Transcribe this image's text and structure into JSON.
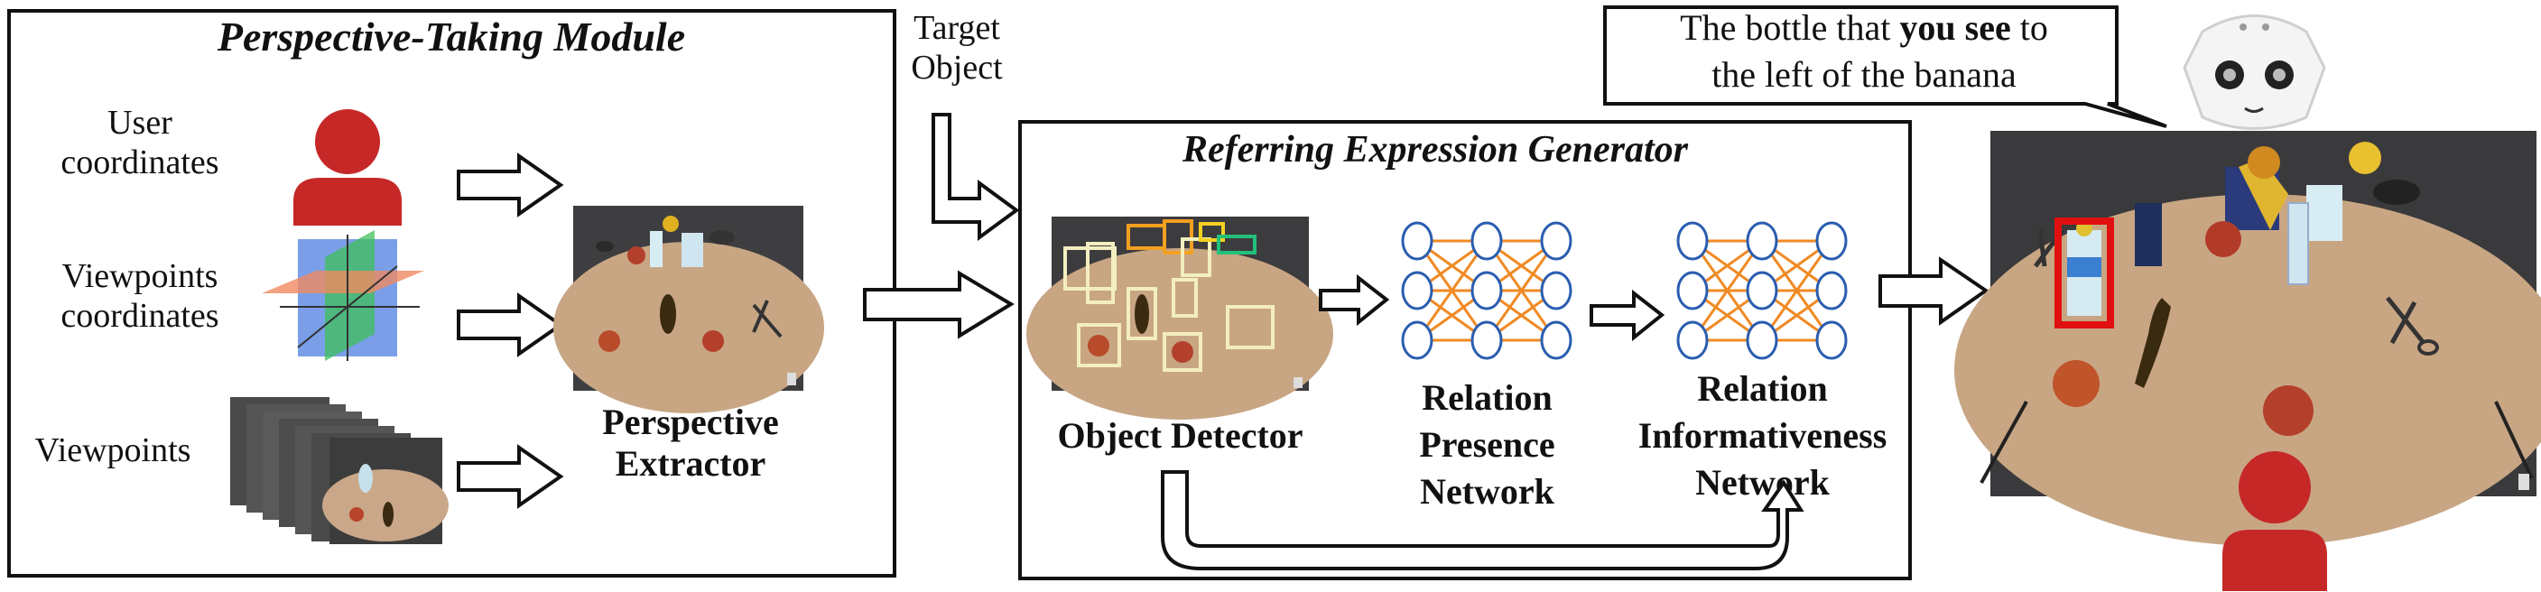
{
  "perspective_module": {
    "title": "Perspective-Taking Module",
    "inputs": [
      {
        "label_line1": "User",
        "label_line2": "coordinates"
      },
      {
        "label_line1": "Viewpoints",
        "label_line2": "coordinates"
      },
      {
        "label_line1": "Viewpoints",
        "label_line2": ""
      }
    ],
    "extractor_line1": "Perspective",
    "extractor_line2": "Extractor"
  },
  "target": {
    "line1": "Target",
    "line2": "Object"
  },
  "reg": {
    "title": "Referring Expression Generator",
    "object_detector": "Object Detector",
    "relation_presence": [
      "Relation",
      "Presence",
      "Network"
    ],
    "relation_informativeness": [
      "Relation",
      "Informativeness",
      "Network"
    ]
  },
  "speech": {
    "line1_pre": "The bottle that ",
    "line1_bold": "you see",
    "line1_post": " to",
    "line2": "the left of the banana"
  },
  "icons": [
    "user-icon",
    "axes-icon",
    "stacked-frames-icon",
    "neural-network-icon",
    "robot-icon"
  ],
  "colors": {
    "user_red": "#c62828",
    "net_blue": "#2a5db0",
    "net_orange": "#f08a24",
    "highlight_red": "#e01010"
  }
}
